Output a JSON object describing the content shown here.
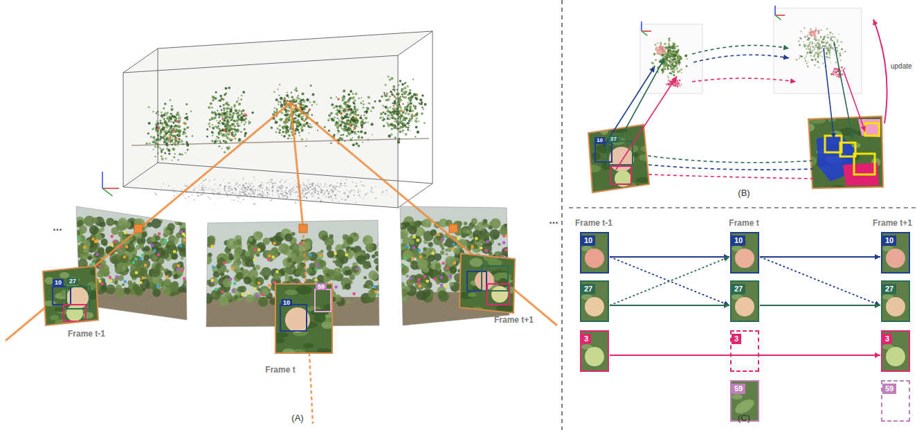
{
  "diagram": {
    "nodes": [
      {
        "text": [
          "10"
        ]
      },
      {
        "text": [
          "27"
        ]
      },
      {
        "text": [
          "3"
        ]
      },
      {
        "text": [
          "10"
        ]
      },
      {
        "text": [
          "27"
        ]
      },
      {
        "text": [
          "3"
        ]
      },
      {
        "text": [
          "59"
        ]
      },
      {
        "text": [
          "10"
        ]
      },
      {
        "text": [
          "27"
        ]
      },
      {
        "text": [
          "3"
        ]
      },
      {
        "text": [
          "59"
        ]
      }
    ],
    "edges": [
      {
        "from": 0,
        "to": 3,
        "arrow": "to"
      },
      {
        "from": 0,
        "to": 4,
        "arrow": "to"
      },
      {
        "from": 1,
        "to": 3,
        "arrow": "to"
      },
      {
        "from": 1,
        "to": 4,
        "arrow": "to"
      },
      {
        "from": 2,
        "to": 9,
        "arrow": "to"
      },
      {
        "from": 3,
        "to": 7,
        "arrow": "to"
      },
      {
        "from": 3,
        "to": 8,
        "arrow": "to"
      },
      {
        "from": 4,
        "to": 8,
        "arrow": "to"
      }
    ],
    "labels": [
      "...",
      "...",
      "10",
      "27",
      "Frame t-1",
      "59",
      "10",
      "Frame t",
      "Frame t+1",
      "(A)",
      "10",
      "27",
      "update",
      "(B)",
      "Frame t-1",
      "Frame t",
      "Frame t+1",
      "(C)"
    ]
  }
}
